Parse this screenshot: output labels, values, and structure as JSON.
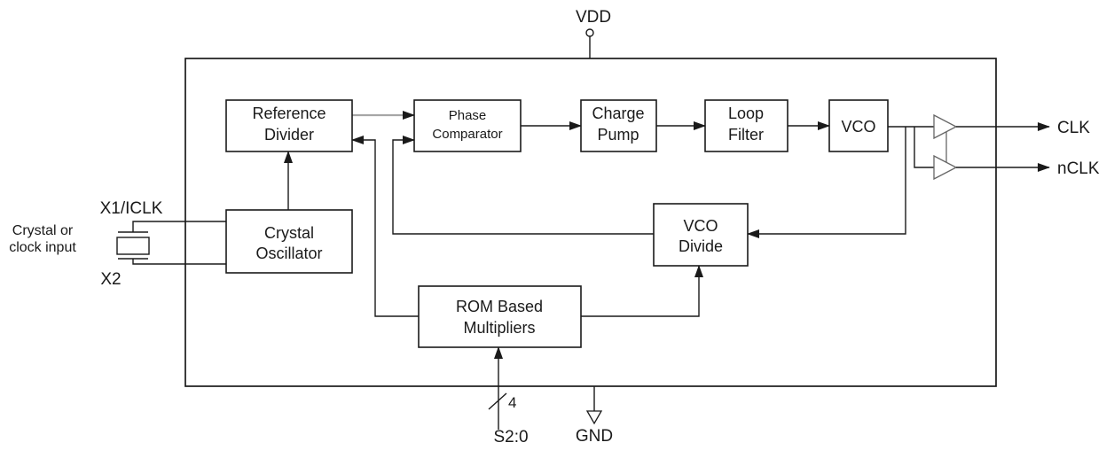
{
  "power_pins": {
    "vdd": "VDD",
    "gnd": "GND"
  },
  "io_pins": {
    "x1": "X1/ICLK",
    "x2": "X2",
    "clk": "CLK",
    "nclk": "nCLK",
    "select": "S2:0",
    "select_bus_width": "4"
  },
  "annotations": {
    "input_line1": "Crystal or",
    "input_line2": "clock input"
  },
  "blocks": {
    "reference_divider": {
      "line1": "Reference",
      "line2": "Divider"
    },
    "phase_comparator": {
      "line1": "Phase",
      "line2": "Comparator"
    },
    "charge_pump": {
      "line1": "Charge",
      "line2": "Pump"
    },
    "loop_filter": {
      "line1": "Loop",
      "line2": "Filter"
    },
    "vco": {
      "line1": "VCO"
    },
    "vco_divide": {
      "line1": "VCO",
      "line2": "Divide"
    },
    "rom_based_multipliers": {
      "line1": "ROM Based",
      "line2": "Multipliers"
    },
    "crystal_oscillator": {
      "line1": "Crystal",
      "line2": "Oscillator"
    }
  },
  "colors": {
    "line": "#1a1a1a",
    "gray_wire": "#a6a6a6",
    "buffer_outline": "#666666",
    "background": "#ffffff"
  }
}
